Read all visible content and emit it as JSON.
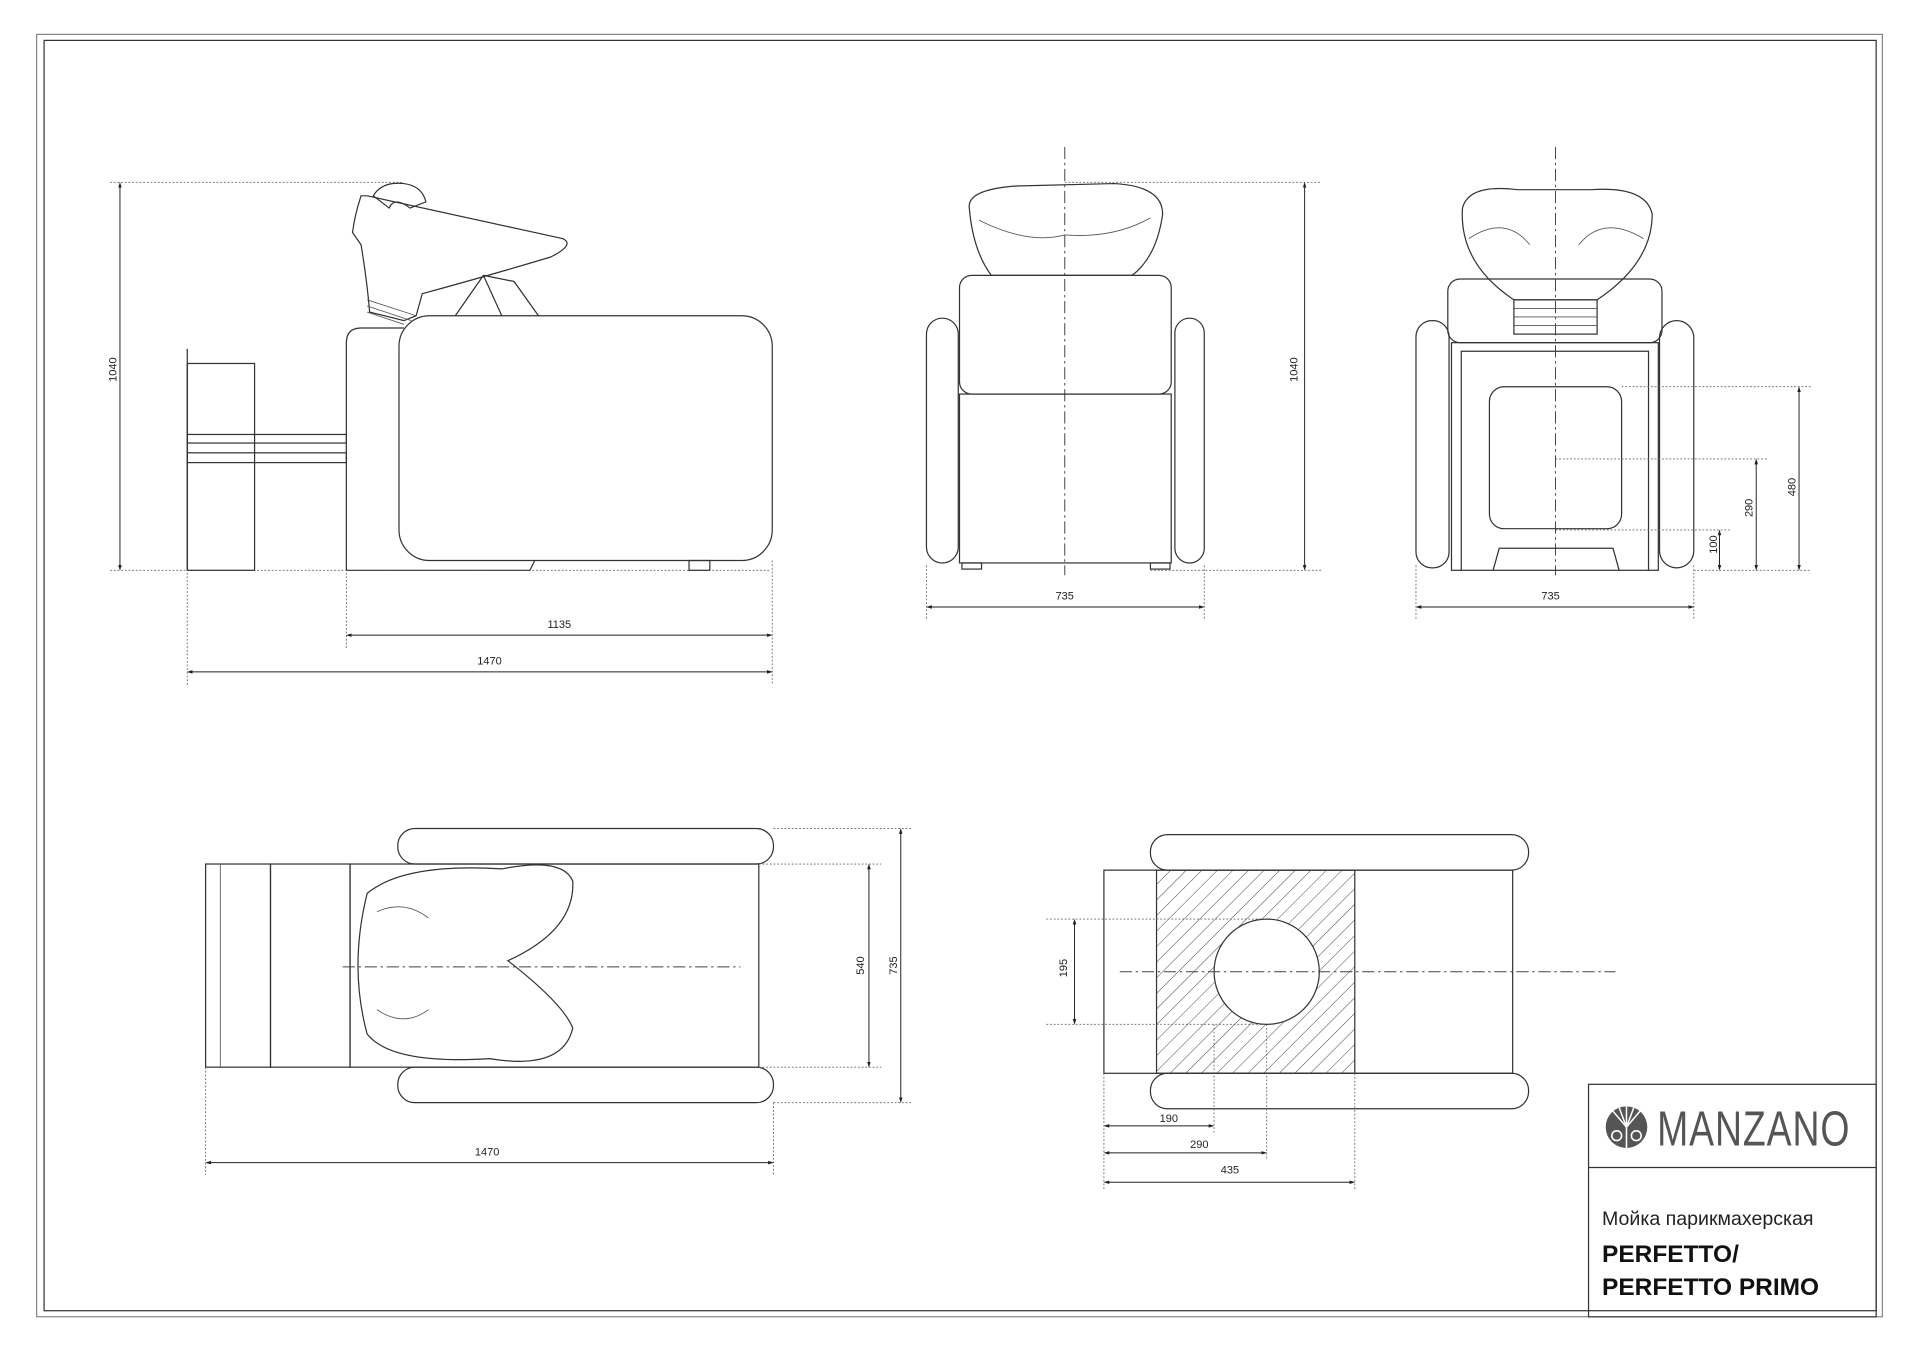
{
  "title_block": {
    "brand": "MANZANO",
    "subtitle": "Мойка парикмахерская",
    "title_line1": "PERFETTO/",
    "title_line2": "PERFETTO PRIMO"
  },
  "side_view": {
    "height": "1040",
    "base_length": "1135",
    "total_length": "1470"
  },
  "front_view": {
    "height": "1040",
    "width": "735"
  },
  "back_view": {
    "width": "735",
    "dim_480": "480",
    "dim_290": "290",
    "dim_100": "100"
  },
  "top_view": {
    "inner_width": "540",
    "outer_width": "735",
    "length": "1470"
  },
  "floor_view": {
    "dim_195": "195",
    "dim_190": "190",
    "dim_290": "290",
    "dim_435": "435"
  },
  "colors": {
    "line": "#333333",
    "brand": "#555555"
  }
}
